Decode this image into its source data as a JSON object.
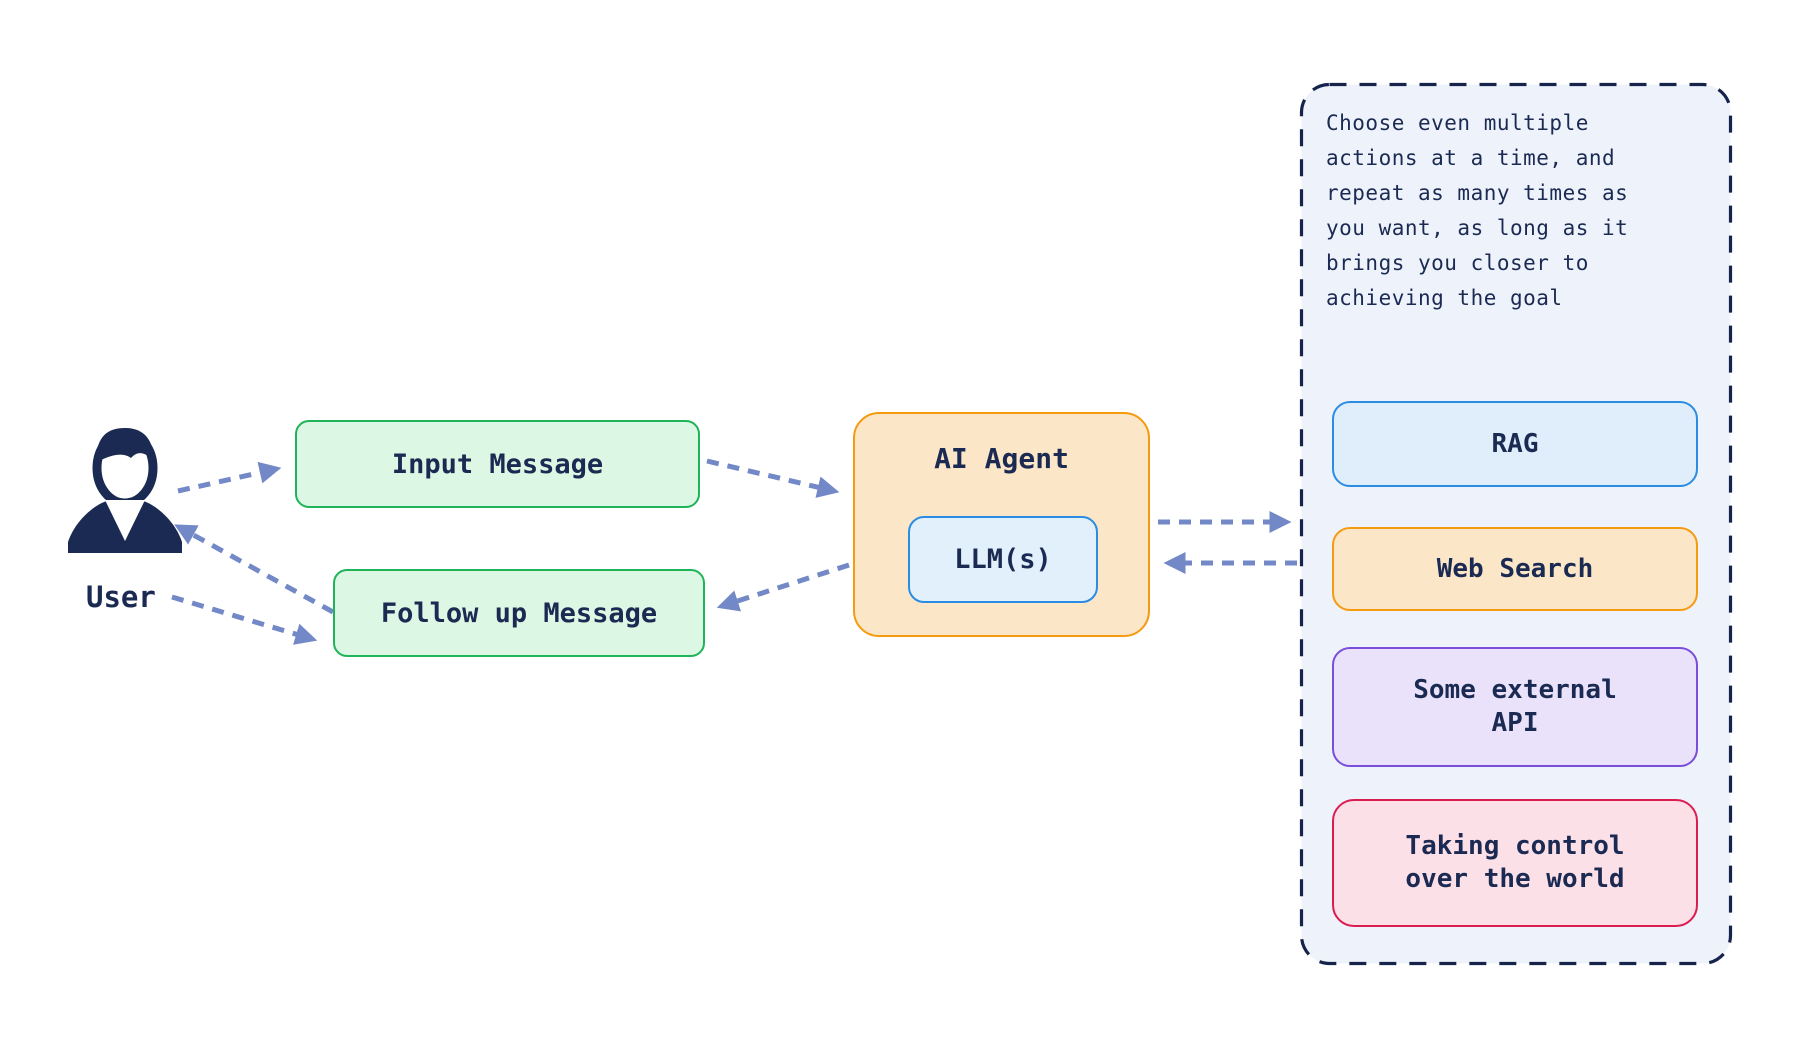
{
  "user": {
    "label": "User"
  },
  "messages": {
    "input": "Input Message",
    "follow_up": "Follow up Message"
  },
  "agent": {
    "title": "AI Agent",
    "llm": "LLM(s)"
  },
  "panel": {
    "note_lines": [
      "Choose even multiple",
      "actions at a time, and",
      "repeat as many times as",
      "you want, as long as it",
      "brings you closer to",
      "achieving the goal"
    ],
    "actions": [
      {
        "label": "RAG",
        "fill": "#e0eefb",
        "border": "#2b8ce4"
      },
      {
        "label": "Web Search",
        "fill": "#fbe6c8",
        "border": "#f59b0f"
      },
      {
        "label": "Some external\nAPI",
        "fill": "#e9e2fa",
        "border": "#7a4ddb"
      },
      {
        "label": "Taking control\nover the world",
        "fill": "#fce0e8",
        "border": "#da1c50"
      }
    ]
  },
  "colors": {
    "text_navy": "#1b2a52",
    "arrow": "#7389c7",
    "panel_fill": "#eef3fb",
    "panel_border": "#16244c",
    "green_fill": "#dcf7e3",
    "green_border": "#20b458",
    "orange_fill": "#fbe6c8",
    "orange_border": "#f59b0f",
    "blue_fill": "#e2f0fc",
    "blue_border": "#2b8ce4"
  }
}
